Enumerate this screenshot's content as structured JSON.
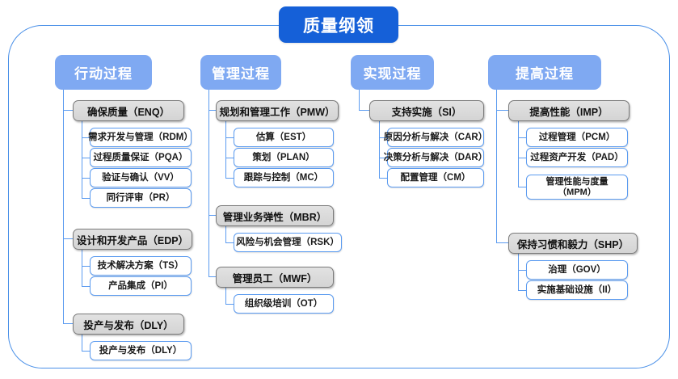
{
  "diagram": {
    "type": "org-tree",
    "root": {
      "label": "质量纲领"
    },
    "columns": [
      {
        "id": "action",
        "header": "行动过程",
        "groups": [
          {
            "label": "确保质量（ENQ）",
            "children": [
              "需求开发与管理（RDM）",
              "过程质量保证（PQA）",
              "验证与确认（VV）",
              "同行评审（PR）"
            ]
          },
          {
            "label": "设计和开发产品（EDP）",
            "children": [
              "技术解决方案（TS）",
              "产品集成（PI）"
            ]
          },
          {
            "label": "投产与发布（DLY）",
            "children": [
              "投产与发布（DLY）"
            ]
          }
        ]
      },
      {
        "id": "manage",
        "header": "管理过程",
        "groups": [
          {
            "label": "规划和管理工作（PMW）",
            "children": [
              "估算（EST）",
              "策划（PLAN）",
              "跟踪与控制（MC）"
            ]
          },
          {
            "label": "管理业务弹性（MBR）",
            "children": [
              "风险与机会管理（RSK）"
            ]
          },
          {
            "label": "管理员工（MWF）",
            "children": [
              "组织级培训（OT）"
            ]
          }
        ]
      },
      {
        "id": "realize",
        "header": "实现过程",
        "groups": [
          {
            "label": "支持实施（SI）",
            "children": [
              "原因分析与解决（CAR）",
              "决策分析与解决（DAR）",
              "配置管理（CM）"
            ]
          }
        ]
      },
      {
        "id": "improve",
        "header": "提高过程",
        "groups": [
          {
            "label": "提高性能（IMP）",
            "children": [
              "过程管理（PCM）",
              "过程资产开发（PAD）",
              "管理性能与度量\n（MPM）"
            ]
          },
          {
            "label": "保持习惯和毅力（SHP）",
            "children": [
              "治理（GOV）",
              "实施基础设施（II）"
            ]
          }
        ]
      }
    ]
  },
  "colors": {
    "root_fill": "#1560d8",
    "header_fill": "#7fa9f2",
    "group_fill": "#d9d9d9",
    "group_border": "#7a7a7a",
    "leaf_border": "#5b9bf0",
    "connector": "#5b9bf0",
    "frame_border": "#4a90e8",
    "text_light": "#ffffff",
    "text_dark": "#1a1a1a"
  }
}
